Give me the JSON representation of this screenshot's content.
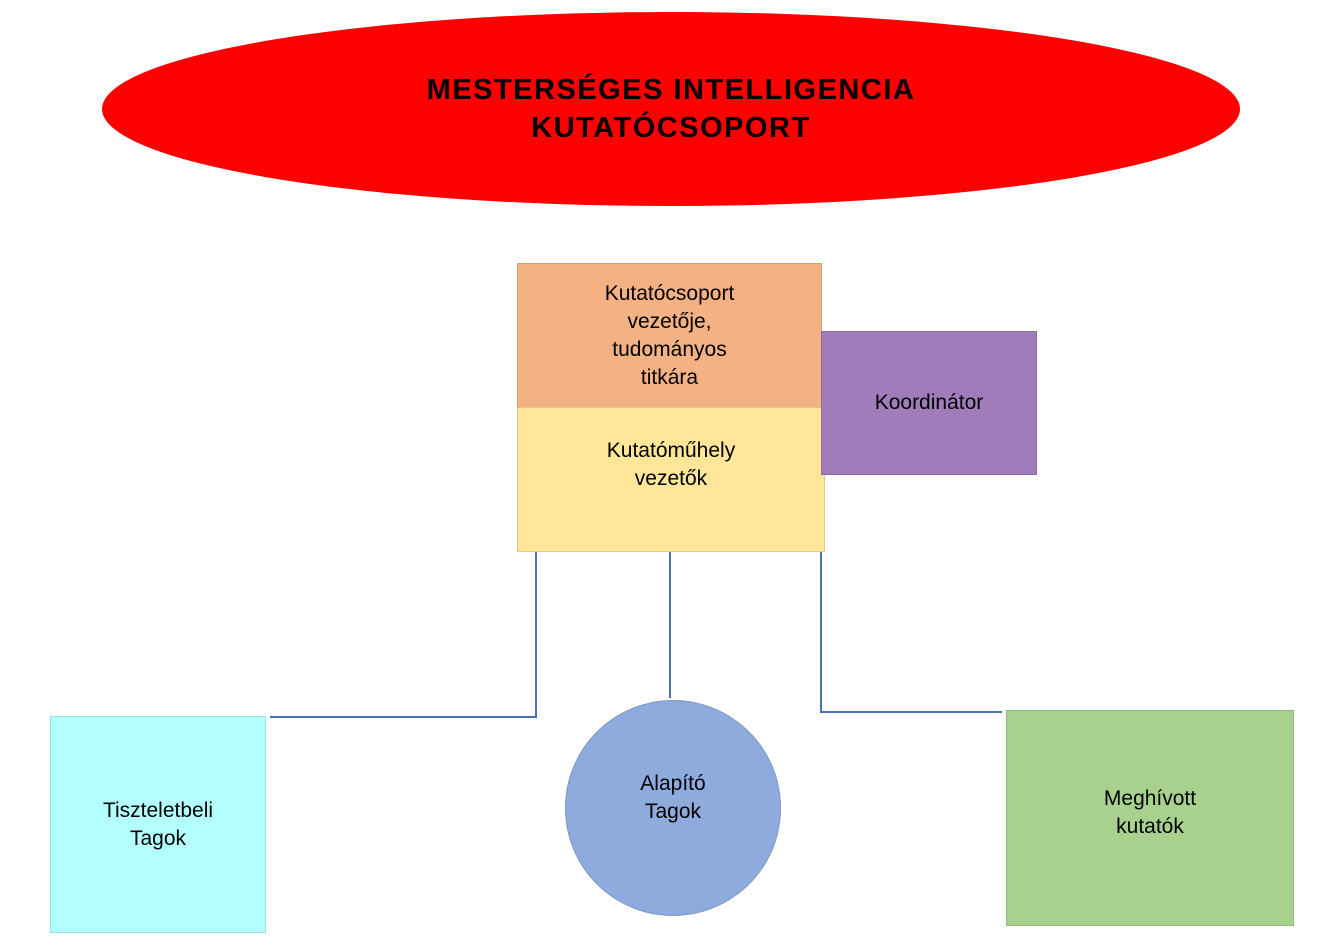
{
  "title": {
    "line1": "MESTERSÉGES INTELLIGENCIA",
    "line2": "KUTATÓCSOPORT"
  },
  "nodes": {
    "leader": {
      "label": "Kutatócsoport\nvezetője,\ntudományos\ntitkára",
      "color": "#f4b183"
    },
    "workshop_leaders": {
      "label": "Kutatóműhely\nvezetők",
      "color": "#ffe699"
    },
    "coordinator": {
      "label": "Koordinátor",
      "color": "#a07cba"
    },
    "honorary": {
      "label": "Tiszteletbeli\nTagok",
      "color": "#b3ffff"
    },
    "founding": {
      "label": "Alapító\nTagok",
      "color": "#8faadc"
    },
    "invited": {
      "label": "Meghívott\nkutatók",
      "color": "#a9d18e"
    }
  }
}
